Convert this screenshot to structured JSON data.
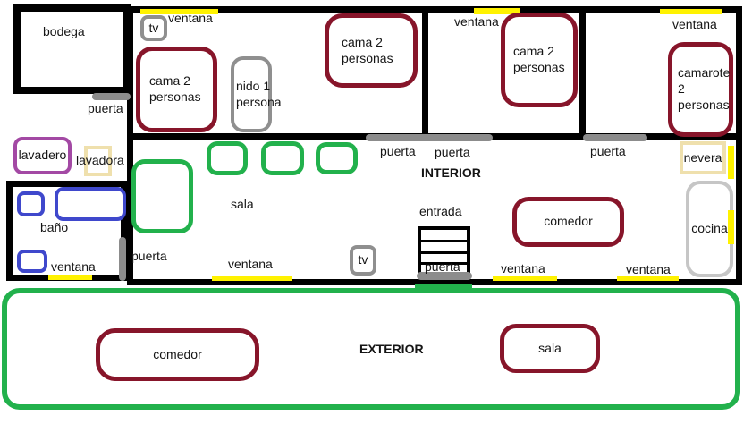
{
  "colors": {
    "wall_black": "#000000",
    "furniture_dark_red": "#87152a",
    "sofa_green": "#22b14c",
    "window_yellow": "#fff200",
    "door_gray": "#8c8c8c",
    "item_gray": "#8f8f8f",
    "kitchen_light_gray": "#c6c6c6",
    "laundry_purple": "#a349a4",
    "bath_blue": "#3f48cc",
    "appliance_beige": "#efe0ad"
  },
  "plan": {
    "bodega": {
      "name": "bodega",
      "door": "puerta"
    },
    "bedroom1": {
      "window": "ventana",
      "tv": "tv",
      "bed_left": "cama 2 personas",
      "bed_right": "cama 2 personas",
      "crib": "nido 1 persona",
      "door": "puerta"
    },
    "bedroom2": {
      "window": "ventana",
      "bed": "cama 2 personas",
      "door": "puerta"
    },
    "bedroom3": {
      "window": "ventana",
      "bunk": "camarote 2 personas",
      "door": "puerta"
    },
    "laundry": {
      "sink": "lavadero",
      "washer": "lavadora"
    },
    "bathroom": {
      "name": "baño",
      "window": "ventana"
    },
    "living": {
      "name": "sala",
      "door": "puerta",
      "window": "ventana",
      "tv": "tv"
    },
    "hall": {
      "zone": "INTERIOR",
      "entrance": "entrada",
      "entrance_door": "puerta",
      "window": "ventana"
    },
    "dining": {
      "table": "comedor",
      "window": "ventana",
      "fridge": "nevera",
      "kitchen": "cocina"
    },
    "exterior": {
      "zone": "EXTERIOR",
      "table": "comedor",
      "lounge": "sala"
    }
  }
}
